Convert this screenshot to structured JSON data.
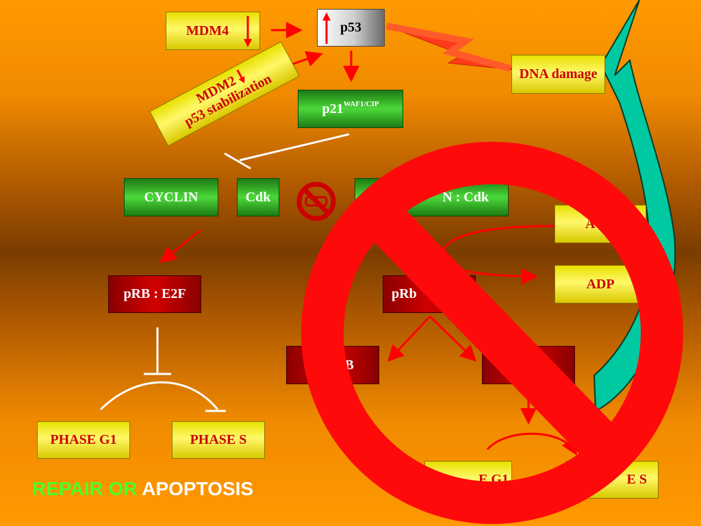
{
  "colors": {
    "accent_red": "#ff0000",
    "label_red": "#cc0000",
    "repair": "#4cff2a",
    "apoptosis": "#ffffff",
    "teal_arrow": "#00c8a0"
  },
  "nodes": {
    "mdm4": "MDM4",
    "p53": "p53",
    "mdm2_line1": "MDM2",
    "mdm2_line2": "p53 stabilization",
    "dna_damage": "DNA damage",
    "p21": "p21",
    "p21_sup": "WAF1/CIP",
    "cyclin": "CYCLIN",
    "cdk": "Cdk",
    "cyclin_cdk": "N : Cdk",
    "atp": "A",
    "adp": "ADP",
    "prb_e2f": "pRB : E2F",
    "prb_right": "pRb",
    "prb_frag": "B",
    "phase_g1": "PHASE G1",
    "phase_s": "PHASE S",
    "phase_g1_right": "E G1",
    "phase_s_right": "E S"
  },
  "bottom": {
    "repair": "REPAIR",
    "or": "OR",
    "apoptosis": "APOPTOSIS"
  },
  "icons": [
    "up-arrow-icon",
    "down-arrow-icon",
    "lightning-icon",
    "teal-curved-arrow-icon",
    "no-entry-icon",
    "prohibition-sign-icon"
  ]
}
